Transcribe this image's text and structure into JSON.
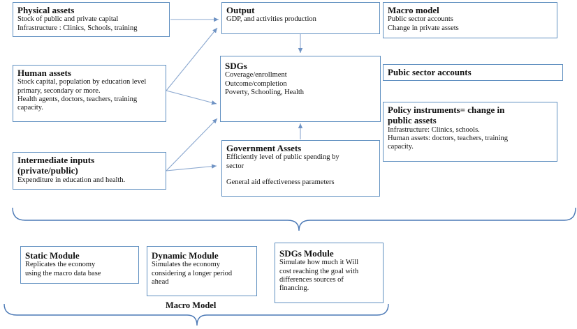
{
  "boxes": {
    "physical_assets": {
      "title": "Physical assets",
      "lines": [
        "Stock of public and private capital",
        "Infrastructure : Clinics, Schools, training"
      ]
    },
    "output": {
      "title": "Output",
      "lines": [
        "GDP, and activities production"
      ]
    },
    "macro_model_box": {
      "title": "Macro model",
      "lines": [
        "Public sector accounts",
        "Change in private assets"
      ]
    },
    "human_assets": {
      "title": "Human assets",
      "lines": [
        "Stock capital, population by education level",
        "primary, secondary or more.",
        "Health agents, doctors, teachers, training",
        "capacity."
      ]
    },
    "sdgs": {
      "title": "SDGs",
      "lines": [
        "Coverage/enrollment",
        "Outcome/completion",
        "Poverty, Schooling, Health"
      ]
    },
    "public_sector_accounts": {
      "title": "Pubic sector accounts"
    },
    "policy_instruments": {
      "title_lines": [
        "Policy instruments= change in",
        "public assets"
      ],
      "lines": [
        "Infrastructure: Clinics, schools.",
        "Human assets: doctors, teachers, training",
        "capacity."
      ]
    },
    "intermediate_inputs": {
      "title_lines": [
        "Intermediate inputs",
        "(private/public)"
      ],
      "lines": [
        "Expenditure in education and health."
      ]
    },
    "government_assets": {
      "title": "Government Assets",
      "lines": [
        "Efficiently level of public spending by",
        "sector"
      ],
      "extra_line": "General aid effectiveness parameters"
    },
    "static_module": {
      "title": "Static Module",
      "lines": [
        "Replicates the economy",
        "using the macro data base"
      ]
    },
    "dynamic_module": {
      "title": "Dynamic Module",
      "lines": [
        "Simulates the economy",
        "considering a longer period",
        "ahead"
      ]
    },
    "sdgs_module": {
      "title": "SDGs Module",
      "lines": [
        "Simulate how much it Will",
        "cost reaching the goal with",
        "differences sources of",
        "financing."
      ]
    }
  },
  "bottom_caption": "Macro Model",
  "colors": {
    "border": "#5f8fc0",
    "arrow": "#7a9cc8",
    "brace": "#4a78b5"
  }
}
